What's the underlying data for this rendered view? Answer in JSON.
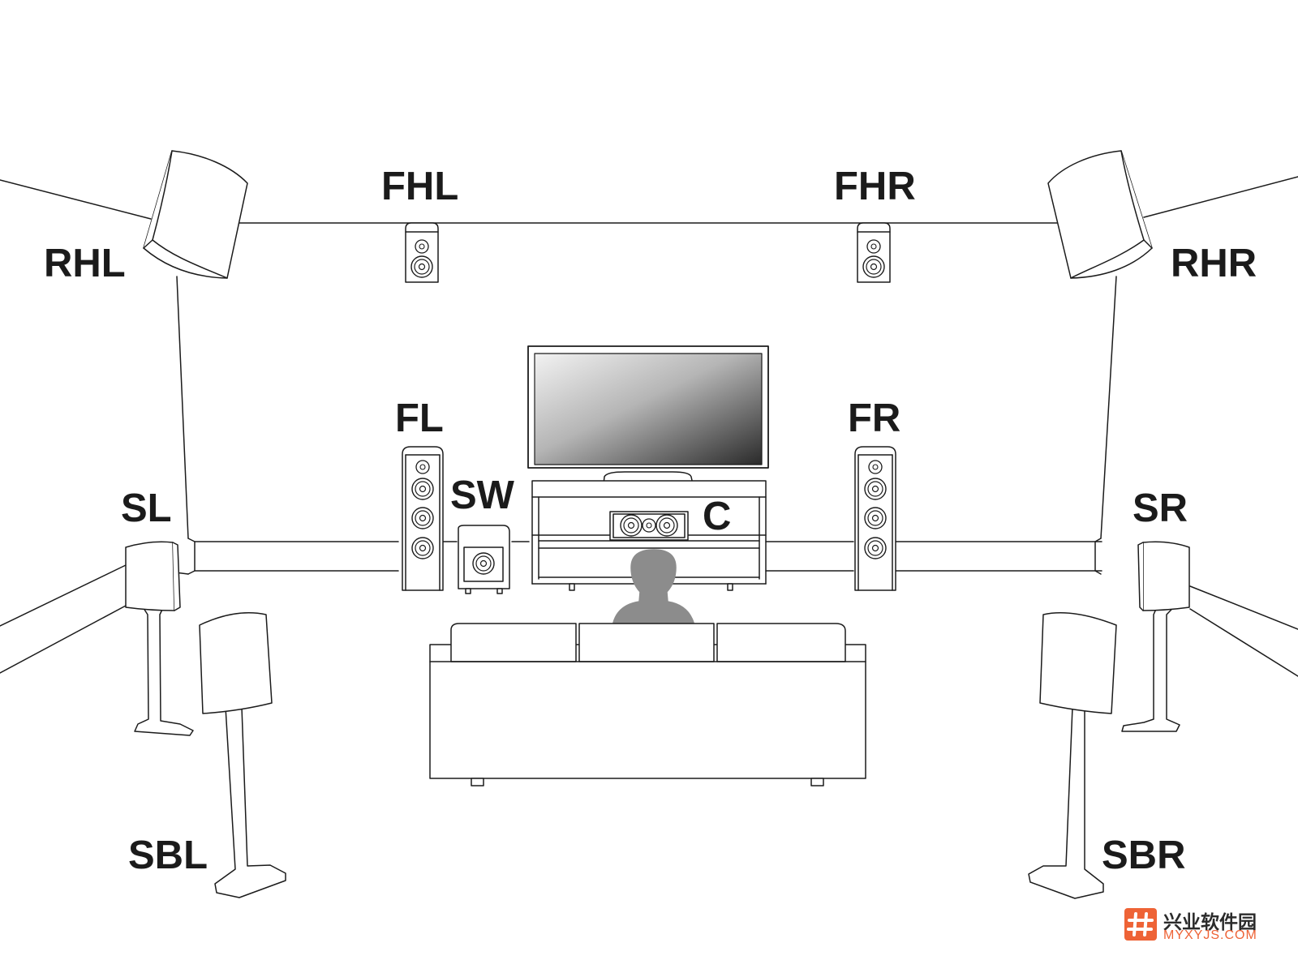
{
  "diagram": {
    "labels": {
      "rhl": "RHL",
      "fhl": "FHL",
      "fhr": "FHR",
      "rhr": "RHR",
      "fl": "FL",
      "fr": "FR",
      "sw": "SW",
      "c": "C",
      "sl": "SL",
      "sr": "SR",
      "sbl": "SBL",
      "sbr": "SBR"
    }
  },
  "watermark": {
    "name": "兴业软件园",
    "site": "MYXYJS.COM",
    "color": "#ee6336"
  },
  "colors": {
    "line": "#1b1b1b",
    "listener": "#8c8c8c",
    "label": "#1b1b1b"
  }
}
